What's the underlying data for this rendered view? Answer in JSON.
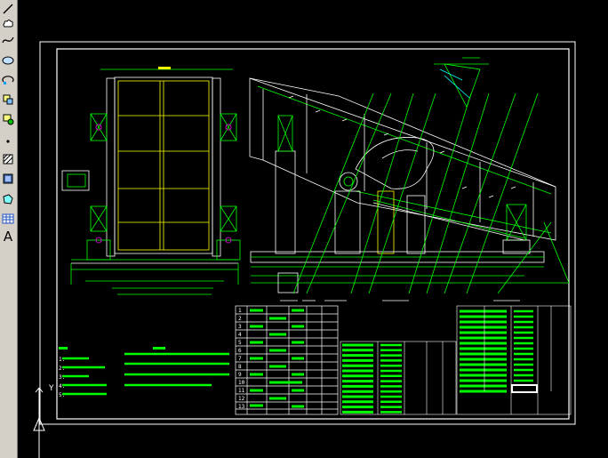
{
  "toolbar": {
    "tools": [
      {
        "name": "line-icon"
      },
      {
        "name": "cloud-icon"
      },
      {
        "name": "spline-icon"
      },
      {
        "name": "ellipse-icon"
      },
      {
        "name": "ellipse-arc-icon"
      },
      {
        "name": "insert-block-icon"
      },
      {
        "name": "make-block-icon"
      },
      {
        "name": "point-icon"
      },
      {
        "name": "hatch-icon"
      },
      {
        "name": "gradient-icon"
      },
      {
        "name": "region-icon"
      },
      {
        "name": "table-icon"
      },
      {
        "name": "multiline-text-icon",
        "label": "A"
      }
    ]
  },
  "ucs": {
    "y_label": "Y"
  },
  "drawing": {
    "colors": {
      "background": "#000000",
      "frame": "#ffffff",
      "geometry": "#00ff00",
      "accent_yellow": "#ffff00",
      "accent_cyan": "#00ffff",
      "accent_magenta": "#ff00ff",
      "white": "#ffffff"
    },
    "notes_left": [
      "1.",
      "2.",
      "3.",
      "4.",
      "5."
    ],
    "notes_center": [
      "1.  GB/T10095-85  ",
      "2.  GB/T10095-85  ",
      "3. ",
      "4. "
    ],
    "bom_row_numbers": [
      "1",
      "2",
      "3",
      "4",
      "5",
      "6",
      "7",
      "8",
      "9",
      "10",
      "11",
      "12",
      "13"
    ]
  }
}
